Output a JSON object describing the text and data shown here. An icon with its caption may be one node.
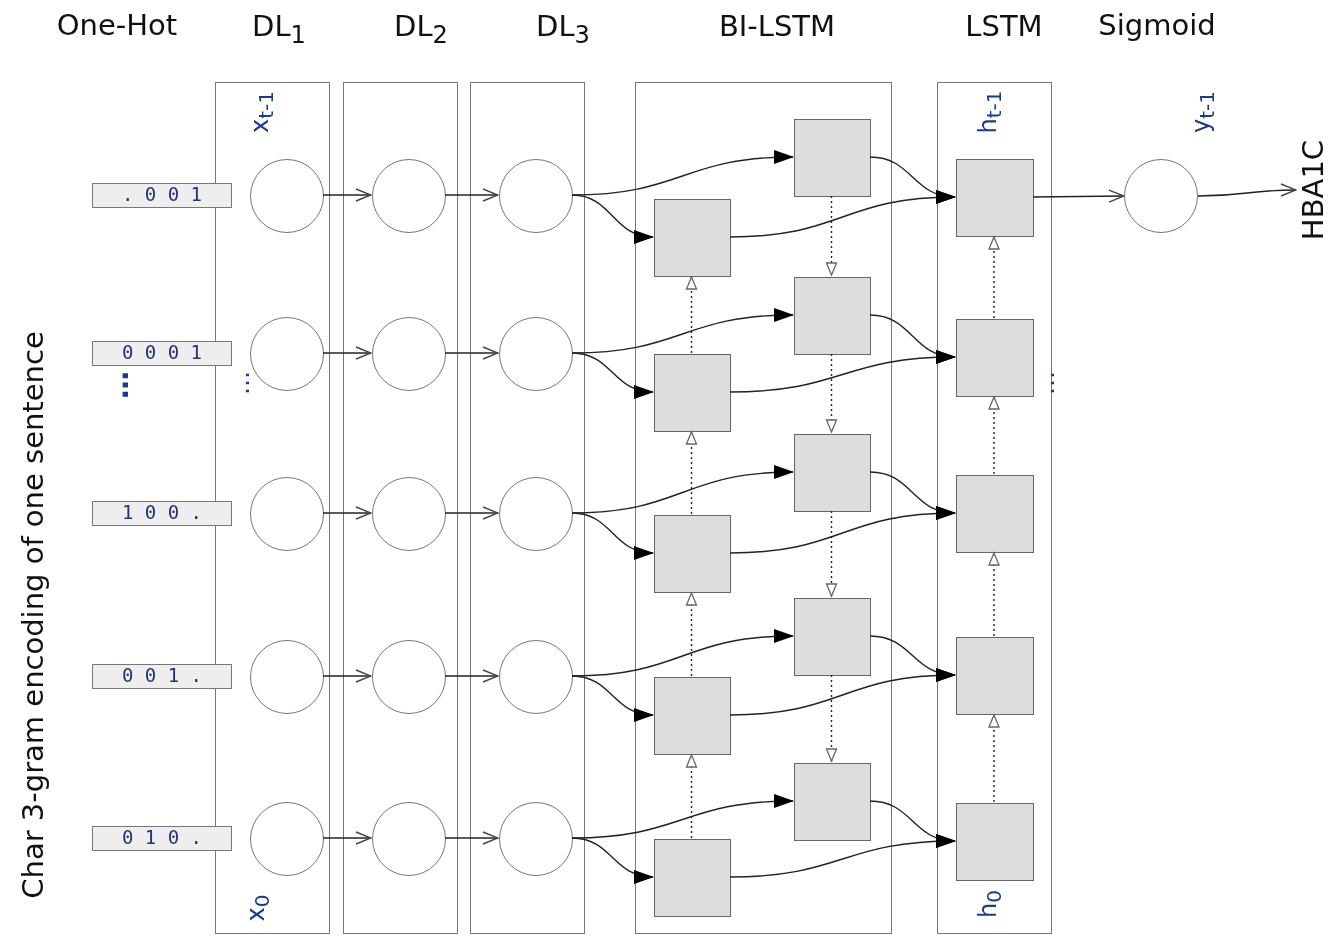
{
  "diagram": {
    "nodes": [
      {
        "text": [
          "DL$_{1}$"
        ]
      },
      {
        "text": [
          "DL$_{2}$"
        ]
      },
      {
        "text": [
          "DL$_{3}$"
        ]
      },
      {
        "text": [
          "BI-LSTM"
        ]
      },
      {
        "text": [
          "LSTM"
        ]
      },
      {
        "text": [
          ". 0 0 1"
        ]
      },
      {
        "text": [
          "0 0 0 1"
        ]
      },
      {
        "text": [
          "1 0 0 ."
        ]
      },
      {
        "text": [
          "0 0 1 ."
        ]
      },
      {
        "text": [
          "0 1 0 ."
        ]
      },
      {
        "text": [],
        "shape": "circle",
        "in": 0,
        "beside": [
          "x$_{t-1}$"
        ]
      },
      {
        "text": [],
        "shape": "circle",
        "in": 0
      },
      {
        "text": [],
        "shape": "circle",
        "in": 0
      },
      {
        "text": [],
        "shape": "circle",
        "in": 0
      },
      {
        "text": [],
        "shape": "circle",
        "in": 0,
        "beside": [
          "x$_{0}$"
        ]
      },
      {
        "text": [],
        "shape": "circle",
        "in": 1
      },
      {
        "text": [],
        "shape": "circle",
        "in": 1
      },
      {
        "text": [],
        "shape": "circle",
        "in": 1
      },
      {
        "text": [],
        "shape": "circle",
        "in": 1
      },
      {
        "text": [],
        "shape": "circle",
        "in": 1
      },
      {
        "text": [],
        "shape": "circle",
        "in": 2
      },
      {
        "text": [],
        "shape": "circle",
        "in": 2
      },
      {
        "text": [],
        "shape": "circle",
        "in": 2
      },
      {
        "text": [],
        "shape": "circle",
        "in": 2
      },
      {
        "text": [],
        "shape": "circle",
        "in": 2
      },
      {
        "text": [],
        "shape": "box",
        "in": 3
      },
      {
        "text": [],
        "shape": "box",
        "in": 3
      },
      {
        "text": [],
        "shape": "box",
        "in": 3
      },
      {
        "text": [],
        "shape": "box",
        "in": 3
      },
      {
        "text": [],
        "shape": "box",
        "in": 3
      },
      {
        "text": [],
        "shape": "box",
        "in": 3
      },
      {
        "text": [],
        "shape": "box",
        "in": 3
      },
      {
        "text": [],
        "shape": "box",
        "in": 3
      },
      {
        "text": [],
        "shape": "box",
        "in": 3
      },
      {
        "text": [],
        "shape": "box",
        "in": 3
      },
      {
        "text": [],
        "shape": "box",
        "in": 4,
        "beside": [
          "h$_{t-1}$"
        ]
      },
      {
        "text": [],
        "shape": "box",
        "in": 4
      },
      {
        "text": [],
        "shape": "box",
        "in": 4
      },
      {
        "text": [],
        "shape": "box",
        "in": 4
      },
      {
        "text": [],
        "shape": "box",
        "in": 4,
        "beside": [
          "h$_{0}$"
        ]
      },
      {
        "text": [],
        "shape": "circle",
        "beside": [
          "y$_{t-1}$"
        ]
      },
      {
        "text": [
          "HBA1C"
        ]
      }
    ],
    "edges": [
      {
        "from": 10,
        "to": 15,
        "arrow": "to"
      },
      {
        "from": 15,
        "to": 20,
        "arrow": "to"
      },
      {
        "from": 20,
        "to": 25,
        "arrow": "to"
      },
      {
        "from": 20,
        "to": 30,
        "arrow": "to"
      },
      {
        "from": 25,
        "to": 35,
        "arrow": "to"
      },
      {
        "from": 30,
        "to": 35,
        "arrow": "to"
      },
      {
        "from": 11,
        "to": 16,
        "arrow": "to"
      },
      {
        "from": 16,
        "to": 21,
        "arrow": "to"
      },
      {
        "from": 21,
        "to": 26,
        "arrow": "to"
      },
      {
        "from": 21,
        "to": 31,
        "arrow": "to"
      },
      {
        "from": 26,
        "to": 36,
        "arrow": "to"
      },
      {
        "from": 31,
        "to": 36,
        "arrow": "to"
      },
      {
        "from": 12,
        "to": 17,
        "arrow": "to"
      },
      {
        "from": 17,
        "to": 22,
        "arrow": "to"
      },
      {
        "from": 22,
        "to": 27,
        "arrow": "to"
      },
      {
        "from": 22,
        "to": 32,
        "arrow": "to"
      },
      {
        "from": 27,
        "to": 37,
        "arrow": "to"
      },
      {
        "from": 32,
        "to": 37,
        "arrow": "to"
      },
      {
        "from": 13,
        "to": 18,
        "arrow": "to"
      },
      {
        "from": 18,
        "to": 23,
        "arrow": "to"
      },
      {
        "from": 23,
        "to": 28,
        "arrow": "to"
      },
      {
        "from": 23,
        "to": 33,
        "arrow": "to"
      },
      {
        "from": 28,
        "to": 38,
        "arrow": "to"
      },
      {
        "from": 33,
        "to": 38,
        "arrow": "to"
      },
      {
        "from": 14,
        "to": 19,
        "arrow": "to"
      },
      {
        "from": 19,
        "to": 24,
        "arrow": "to"
      },
      {
        "from": 24,
        "to": 29,
        "arrow": "to"
      },
      {
        "from": 24,
        "to": 34,
        "arrow": "to"
      },
      {
        "from": 29,
        "to": 39,
        "arrow": "to"
      },
      {
        "from": 34,
        "to": 39,
        "arrow": "to"
      },
      {
        "from": 35,
        "to": 40,
        "arrow": "to"
      },
      {
        "from": 40,
        "to": 41,
        "arrow": "to"
      },
      {
        "from": 31,
        "to": 30,
        "arrow": "to",
        "style": "dashed"
      },
      {
        "from": 32,
        "to": 31,
        "arrow": "to",
        "style": "dashed"
      },
      {
        "from": 33,
        "to": 32,
        "arrow": "to",
        "style": "dashed"
      },
      {
        "from": 34,
        "to": 33,
        "arrow": "to",
        "style": "dashed"
      },
      {
        "from": 25,
        "to": 26,
        "arrow": "to",
        "style": "dashed"
      },
      {
        "from": 26,
        "to": 27,
        "arrow": "to",
        "style": "dashed"
      },
      {
        "from": 27,
        "to": 28,
        "arrow": "to",
        "style": "dashed"
      },
      {
        "from": 28,
        "to": 29,
        "arrow": "to",
        "style": "dashed"
      },
      {
        "from": 36,
        "to": 35,
        "arrow": "to",
        "style": "dashed"
      },
      {
        "from": 37,
        "to": 36,
        "arrow": "to",
        "style": "dashed"
      },
      {
        "from": 38,
        "to": 37,
        "arrow": "to",
        "style": "dashed"
      },
      {
        "from": 39,
        "to": 38,
        "arrow": "to",
        "style": "dashed"
      }
    ],
    "labels": [
      "One-Hot",
      "Sigmoid",
      "Char 3-gram encoding of one sentence",
      "…",
      "…",
      "…"
    ]
  }
}
